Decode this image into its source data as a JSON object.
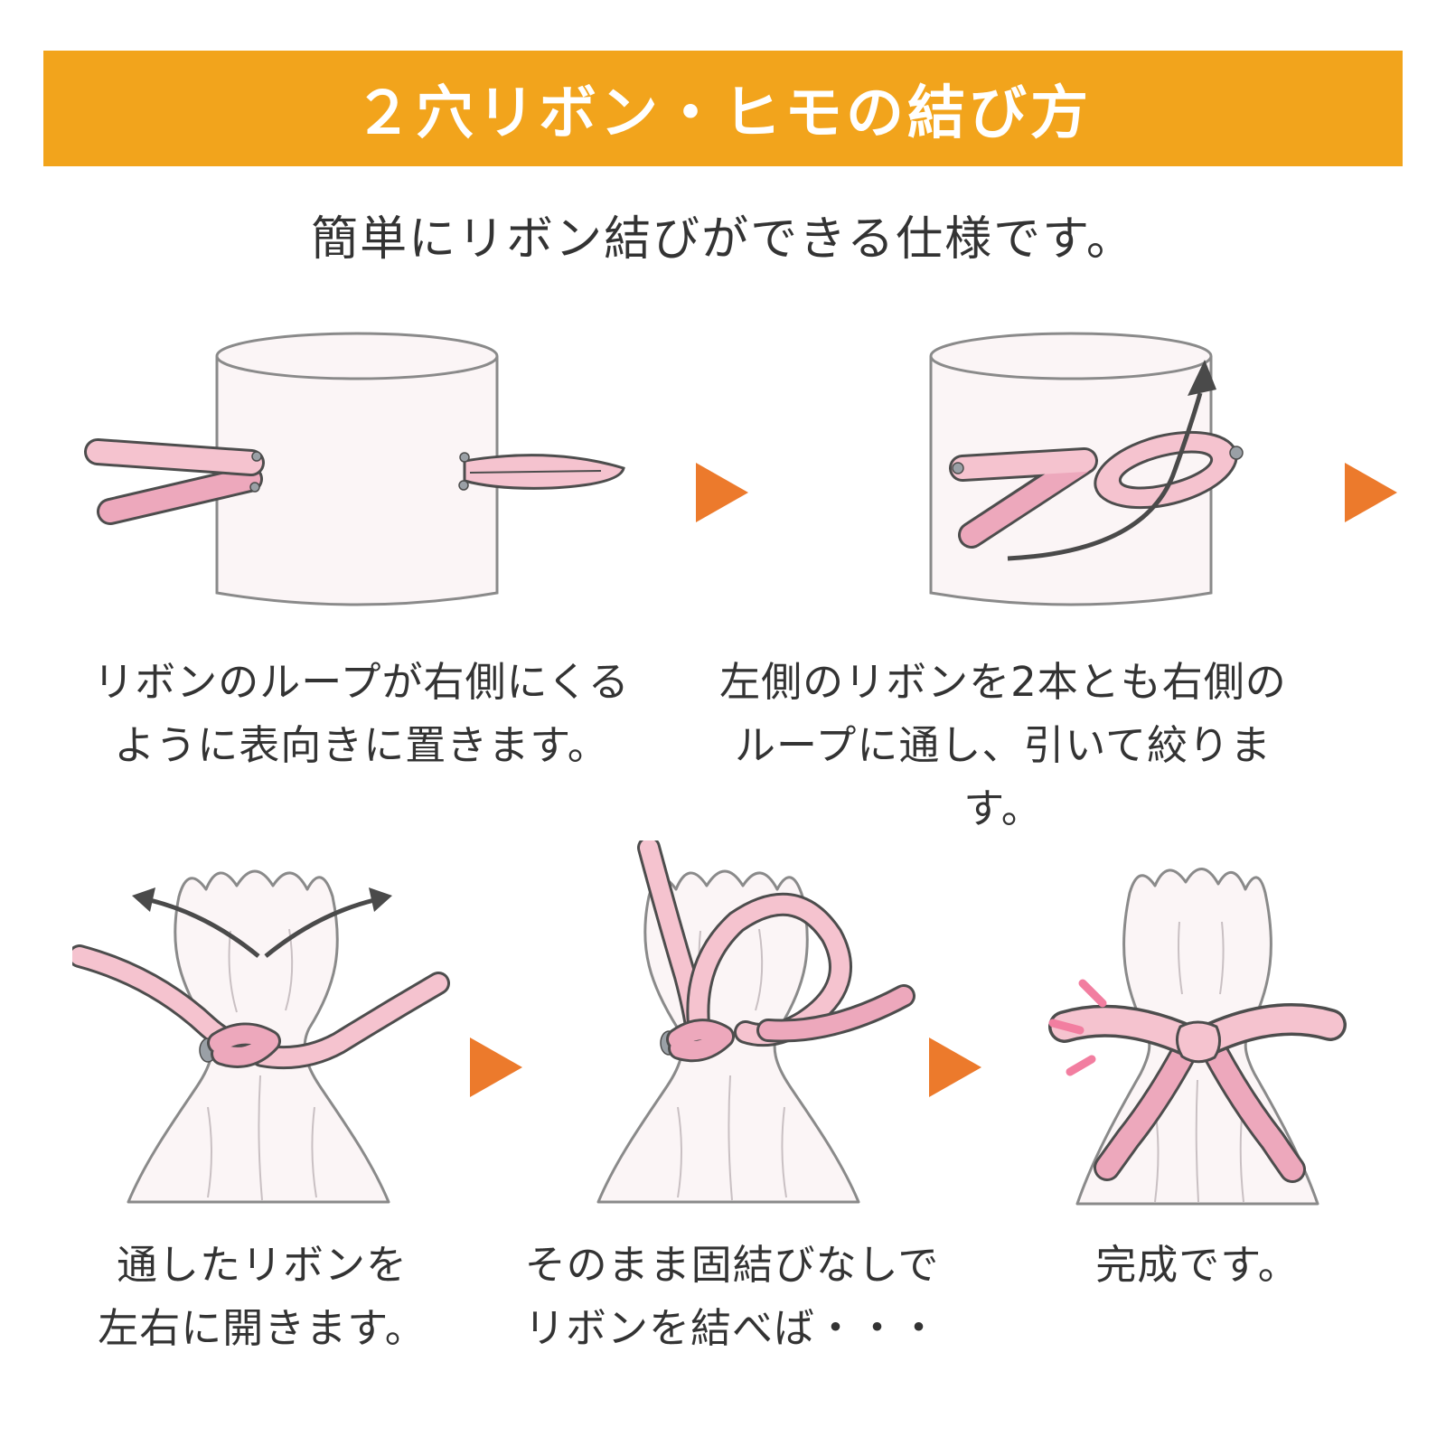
{
  "page": {
    "title": "２穴リボン・ヒモの結び方",
    "subtitle": "簡単にリボン結びができる仕様です。"
  },
  "colors": {
    "header_bg": "#F2A41C",
    "step_arrow": "#EC7A2C",
    "ribbon_light": "#F5C3CF",
    "ribbon_dark": "#EDA8BC",
    "ribbon_edge": "#4D4D4D",
    "bag_fill": "#FBF5F6",
    "outline": "#8A8A8A",
    "ink": "#4A4A4A",
    "eyelet": "#9AA0A6",
    "spark": "#F27EA0",
    "text": "#333333"
  },
  "steps": [
    {
      "id": 1,
      "illustration": "bag-flat-with-ribbons",
      "caption_line1": "リボンのループが右側にくる",
      "caption_line2": "ように表向きに置きます。"
    },
    {
      "id": 2,
      "illustration": "thread-ribbon-through-loop",
      "caption_line1": "左側のリボンを2本とも右側の",
      "caption_line2": "ループに通し、引いて絞ります。"
    },
    {
      "id": 3,
      "illustration": "open-ribbons-left-right",
      "caption_line1": "通したリボンを",
      "caption_line2": "左右に開きます。"
    },
    {
      "id": 4,
      "illustration": "tie-ribbon-without-knot",
      "caption_line1": "そのまま固結びなしで",
      "caption_line2": "リボンを結べば・・・"
    },
    {
      "id": 5,
      "illustration": "finished-bow",
      "caption_line1": "完成です。",
      "caption_line2": ""
    }
  ]
}
